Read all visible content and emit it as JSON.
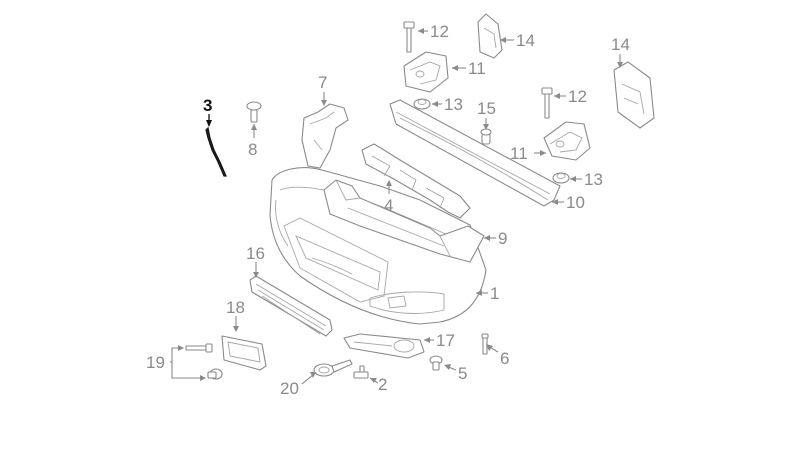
{
  "diagram": {
    "highlighted_part": "3",
    "callouts": {
      "c1": "1",
      "c2": "2",
      "c3": "3",
      "c4": "4",
      "c5": "5",
      "c6": "6",
      "c7": "7",
      "c8": "8",
      "c9": "9",
      "c10": "10",
      "c11a": "11",
      "c11b": "11",
      "c12a": "12",
      "c12b": "12",
      "c13a": "13",
      "c13b": "13",
      "c14a": "14",
      "c14b": "14",
      "c15": "15",
      "c16": "16",
      "c17": "17",
      "c18": "18",
      "c19": "19",
      "c20": "20"
    }
  },
  "colors": {
    "line": "#8a8a8a",
    "highlight": "#111111",
    "background": "#ffffff"
  }
}
